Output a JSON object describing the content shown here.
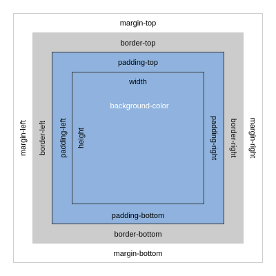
{
  "labels": {
    "margin_top": "margin-top",
    "margin_bottom": "margin-bottom",
    "margin_left": "margin-left",
    "margin_right": "margin-right",
    "border_top": "border-top",
    "border_bottom": "border-bottom",
    "border_left": "border-left",
    "border_right": "border-right",
    "padding_top": "padding-top",
    "padding_bottom": "padding-bottom",
    "padding_left": "padding-left",
    "padding_right": "padding-right",
    "width": "width",
    "height": "height",
    "background_color": "background-color"
  },
  "colors": {
    "page_background": "#ffffff",
    "margin_fill": "#ffffff",
    "margin_stroke": "#cfcfcf",
    "border_fill": "#cccccc",
    "padding_fill": "#8fb3de",
    "content_fill": "#8fb3de",
    "box_stroke": "#333333"
  }
}
